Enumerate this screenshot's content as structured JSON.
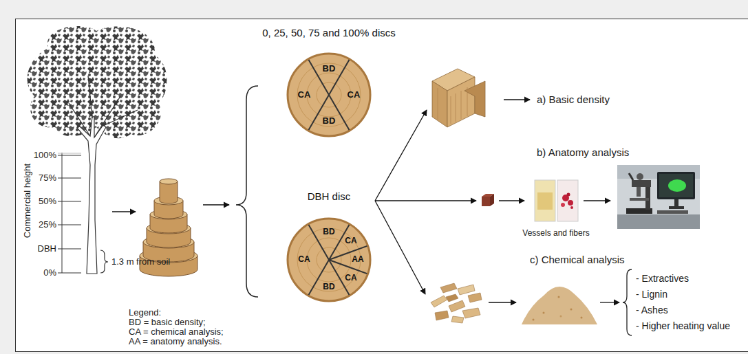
{
  "diagram": {
    "nodes": [
      {
        "text": [
          "0, 25, 50, 75 and 100% discs",
          "BD",
          "CA",
          "CA",
          "BD"
        ]
      },
      {
        "text": [
          "DBH disc",
          "BD",
          "CA",
          "CA",
          "AA",
          "CA",
          "BD"
        ]
      }
    ],
    "labels": [
      "100%",
      "75%",
      "50%",
      "25%",
      "DBH",
      "0%",
      "Commercial height",
      "1.3 m from soil",
      "Legend:",
      "BD = basic density;",
      "CA = chemical analysis;",
      "AA = anatomy analysis.",
      "a) Basic density",
      "b) Anatomy analysis",
      "Vessels and fibers",
      "c) Chemical analysis",
      "- Extractives",
      "- Lignin",
      "- Ashes",
      "- Higher heating value"
    ]
  }
}
